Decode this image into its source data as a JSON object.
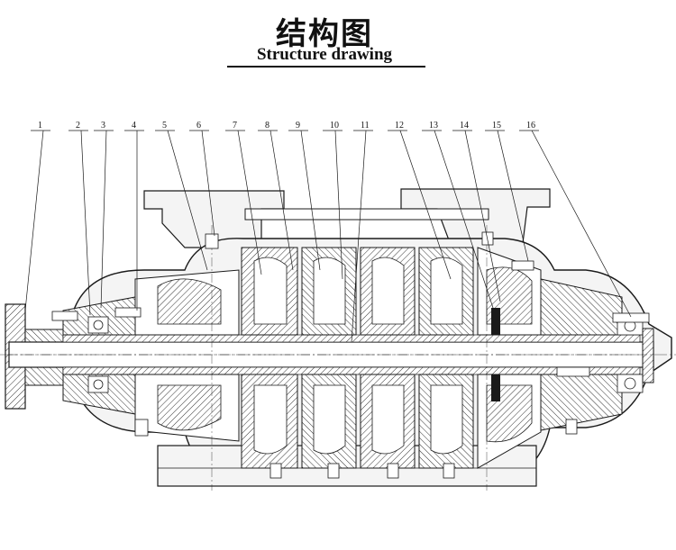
{
  "title": {
    "chinese": "结构图",
    "english": "Structure drawing"
  },
  "callouts": [
    "1",
    "2",
    "3",
    "4",
    "5",
    "6",
    "7",
    "8",
    "9",
    "10",
    "11",
    "12",
    "13",
    "14",
    "15",
    "16"
  ],
  "colors": {
    "line": "#1a1a1a",
    "hatch_fill": "#cfcfcf",
    "body_fill": "#f4f4f4",
    "background": "#ffffff"
  }
}
